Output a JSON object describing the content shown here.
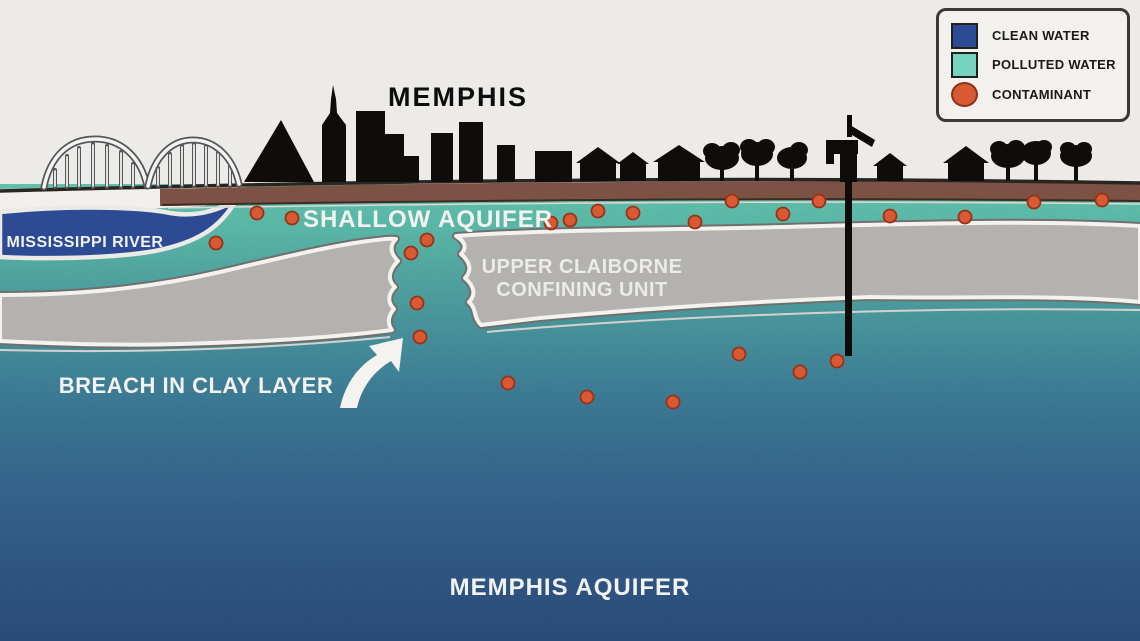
{
  "labels": {
    "city": "MEMPHIS",
    "river": "MISSISSIPPI RIVER",
    "shallow_aquifer": "SHALLOW AQUIFER",
    "confining_unit_line1": "UPPER CLAIBORNE",
    "confining_unit_line2": "CONFINING UNIT",
    "breach": "BREACH IN CLAY LAYER",
    "deep_aquifer": "MEMPHIS AQUIFER"
  },
  "legend": {
    "items": [
      {
        "label": "CLEAN WATER",
        "shape": "square",
        "color": "#2d4b94"
      },
      {
        "label": "POLLUTED WATER",
        "shape": "square",
        "color": "#74d4be"
      },
      {
        "label": "CONTAMINANT",
        "shape": "circle",
        "color": "#d85a35"
      }
    ]
  },
  "colors": {
    "sky": "#ecebe8",
    "soil": "#7b5243",
    "clean_water": "#2d4b94",
    "polluted_water_top": "#65c6b1",
    "deep_water_bottom": "#2c4e7d",
    "confining_unit": "#b3b2af",
    "contaminant": "#d85a35",
    "contaminant_edge": "#9a3119"
  },
  "contaminant_dots": [
    [
      257,
      213
    ],
    [
      292,
      218
    ],
    [
      216,
      243
    ],
    [
      551,
      223
    ],
    [
      570,
      220
    ],
    [
      598,
      211
    ],
    [
      633,
      213
    ],
    [
      695,
      222
    ],
    [
      732,
      201
    ],
    [
      783,
      214
    ],
    [
      819,
      201
    ],
    [
      890,
      216
    ],
    [
      965,
      217
    ],
    [
      1034,
      202
    ],
    [
      1102,
      200
    ],
    [
      427,
      240
    ],
    [
      411,
      253
    ],
    [
      417,
      303
    ],
    [
      420,
      337
    ],
    [
      508,
      383
    ],
    [
      587,
      397
    ],
    [
      673,
      402
    ],
    [
      739,
      354
    ],
    [
      800,
      372
    ],
    [
      837,
      361
    ]
  ]
}
